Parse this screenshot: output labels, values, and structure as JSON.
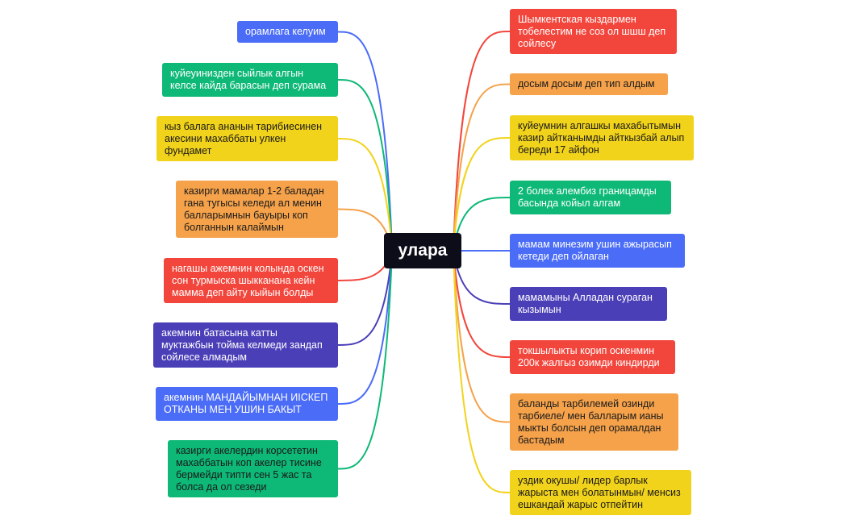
{
  "center": {
    "label": "улара"
  },
  "nodes": [
    {
      "text": "орамлага келуим",
      "color": "#4a6cf7"
    },
    {
      "text": "куйеуинизден сыйлык алгын келсе кайда барасын деп сурама",
      "color": "#0eb877"
    },
    {
      "text": "кыз балага ананын тарибиесинен акесини махаббаты улкен фундамет",
      "color": "#f2d31b"
    },
    {
      "text": "казирги мамалар 1-2 баладан гана тугысы келеди ал менин балларымнын бауыры коп болганнын калаймын",
      "color": "#f5a24b"
    },
    {
      "text": "нагашы ажемнин колында оскен сон турмыска шыкканана кейн мамма деп айту кыйын болды",
      "color": "#f2463c"
    },
    {
      "text": "акемнин батасына катты муктажбын тойма келмеди зандап сойлесе алмадым",
      "color": "#4b3fb8"
    },
    {
      "text": "акемнин МАНДАЙЫМНАН ИІСКЕП ОТКАНЫ МЕН УШИН БАКЫТ",
      "color": "#4a6cf7"
    },
    {
      "text": "казирги акелердин корсететин махаббатын коп акелер тисине бермейди типти сен 5 жас та болса да ол сезеди",
      "color": "#0eb877"
    },
    {
      "text": "Шымкентская кыздармен тобелестим не соз ол шшш деп сойлесу",
      "color": "#f2463c"
    },
    {
      "text": "досым досым деп тип алдым",
      "color": "#f5a24b"
    },
    {
      "text": "куйеумнин алгашкы махабытымын казир айтканымды айткызбай алып береди 17 айфон",
      "color": "#f2d31b"
    },
    {
      "text": "2 болек алембиз границамды басында койыл алгам",
      "color": "#0eb877"
    },
    {
      "text": "мамам минезим ушин ажырасып кетеди деп ойлаган",
      "color": "#4a6cf7"
    },
    {
      "text": "мамамыны Алладан сураган кызымын",
      "color": "#4b3fb8"
    },
    {
      "text": "токшылыкты корип оскенмин 200к жалгыз озимди киндирди",
      "color": "#f2463c"
    },
    {
      "text": "баланды тарбилемей озинди тарбиеле/ мен балларым ианы мыкты болсын деп орамалдан бастадым",
      "color": "#f5a24b"
    },
    {
      "text": "уздик окушы/ лидер барлык жарыста мен болатынмын/ менсиз ешкандай жарыс отпейтин",
      "color": "#f2d31b"
    }
  ]
}
